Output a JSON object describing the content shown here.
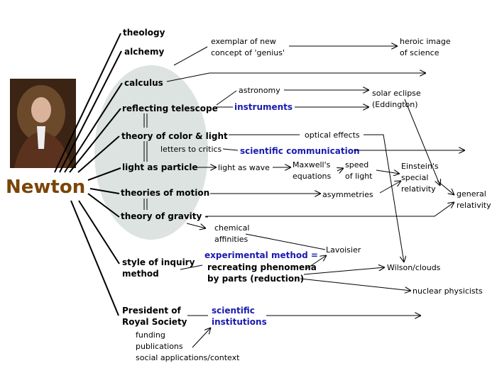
{
  "center": {
    "name": "Newton",
    "color": "#7a4508",
    "portrait": "newton-portrait"
  },
  "topics": {
    "theology": "theology",
    "alchemy": "alchemy",
    "calculus": "calculus",
    "telescope": "reflecting telescope",
    "color_light": "theory of color & light",
    "letters": "letters to critics",
    "particle": "light as particle",
    "motion": "theories of motion",
    "gravity": "theory of gravity -",
    "style": [
      "style of inquiry",
      "method"
    ],
    "president": [
      "President of",
      "Royal Society"
    ],
    "society_items": [
      "funding",
      "publications",
      "social applications/context"
    ]
  },
  "influences": {
    "exemplar": [
      "exemplar of new",
      "concept of 'genius'"
    ],
    "heroic": [
      "heroic image",
      "of science"
    ],
    "astronomy": "astronomy",
    "instruments": "instruments",
    "eclipse": [
      "solar eclipse",
      "(Eddington)"
    ],
    "optical": "optical effects",
    "communication": "scientific communication",
    "wave": "light as wave",
    "maxwell": [
      "Maxwell's",
      "equations"
    ],
    "speed": [
      "speed",
      "of light"
    ],
    "einstein": [
      "Einstein's",
      "special",
      "relativity"
    ],
    "asymmetries": "asymmetries",
    "general": [
      "general",
      "relativity"
    ],
    "chemical": [
      "chemical",
      "affinities"
    ],
    "lavoisier": "Lavoisier",
    "experimental": "experimental method =",
    "recreating": [
      "recreating phenomena",
      "by parts (reduction)"
    ],
    "wilson": "Wilson/clouds",
    "nuclear": "nuclear physicists",
    "institutions": [
      "scientific",
      "institutions"
    ]
  },
  "colors": {
    "ellipse": "#dce3e0",
    "blue": "#1a1ab0"
  }
}
